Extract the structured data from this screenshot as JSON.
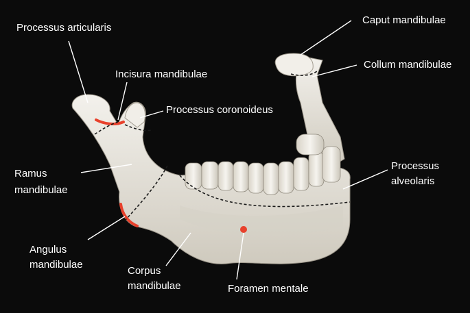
{
  "labels": {
    "processus_articularis": "Processus articularis",
    "incisura_mandibulae": "Incisura mandibulae",
    "processus_coronoideus": "Processus coronoideus",
    "caput_mandibulae": "Caput mandibulae",
    "collum_mandibulae": "Collum mandibulae",
    "ramus_line1": "Ramus",
    "ramus_line2": "mandibulae",
    "processus_alveolaris_line1": "Processus",
    "processus_alveolaris_line2": "alveolaris",
    "angulus_line1": "Angulus",
    "angulus_line2": "mandibulae",
    "corpus_line1": "Corpus",
    "corpus_line2": "mandibulae",
    "foramen_mentale": "Foramen mentale"
  },
  "colors": {
    "background": "#0b0b0b",
    "bone": "#ece9e2",
    "bone_shadow": "#c9c4b8",
    "highlight_red": "#e8412c",
    "leader_line": "#ffffff",
    "dashed_boundary": "#1a1a1a",
    "label_text": "#ffffff"
  }
}
